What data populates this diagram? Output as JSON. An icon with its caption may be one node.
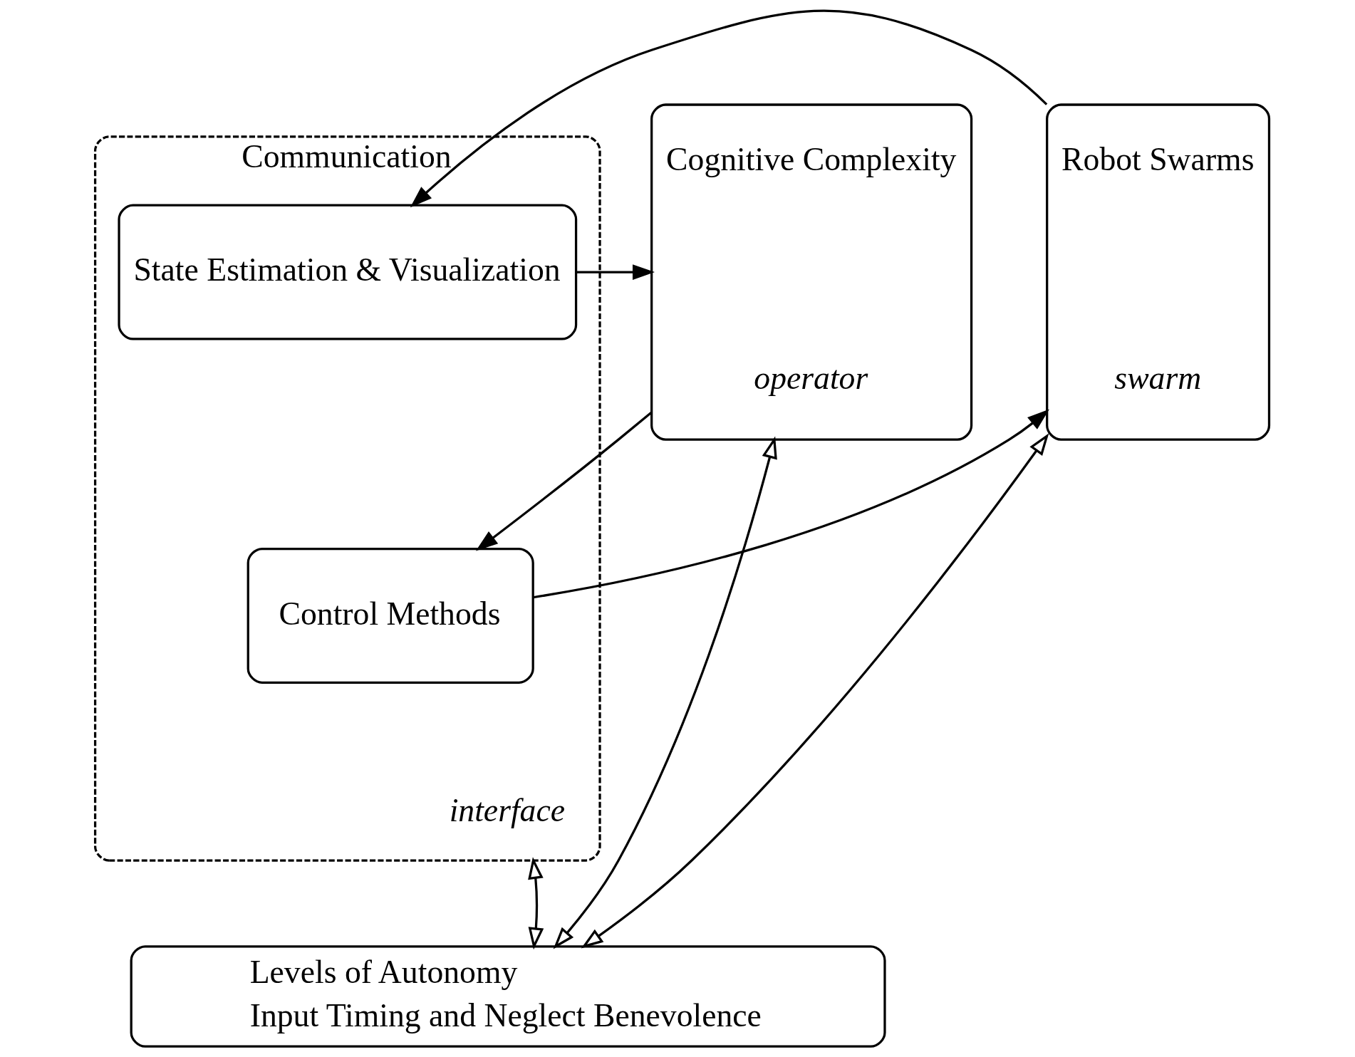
{
  "diagram": {
    "nodes": [
      {
        "text": [
          "Cognitive Complexity",
          "operator"
        ]
      },
      {
        "text": [
          "Communication",
          "interface"
        ]
      },
      {
        "text": [
          "State Estimation & Visualization"
        ],
        "in": 1
      },
      {
        "text": [
          "Control Methods"
        ],
        "in": 1
      },
      {
        "text": [
          "Robot Swarms",
          "swarm"
        ]
      },
      {
        "text": [
          "Levels of Autonomy",
          "Input Timing and Neglect Benevolence"
        ]
      }
    ],
    "edges": [
      {
        "from": 2,
        "to": 0,
        "arrow": "to"
      },
      {
        "from": 4,
        "to": 2,
        "arrow": "to"
      },
      {
        "from": 0,
        "to": 3,
        "arrow": "to"
      },
      {
        "from": 3,
        "to": 4,
        "arrow": "to"
      },
      {
        "from": 0,
        "to": 5,
        "arrow": "both"
      },
      {
        "from": 1,
        "to": 5,
        "arrow": "both"
      },
      {
        "from": 4,
        "to": 5,
        "arrow": "both"
      }
    ]
  }
}
